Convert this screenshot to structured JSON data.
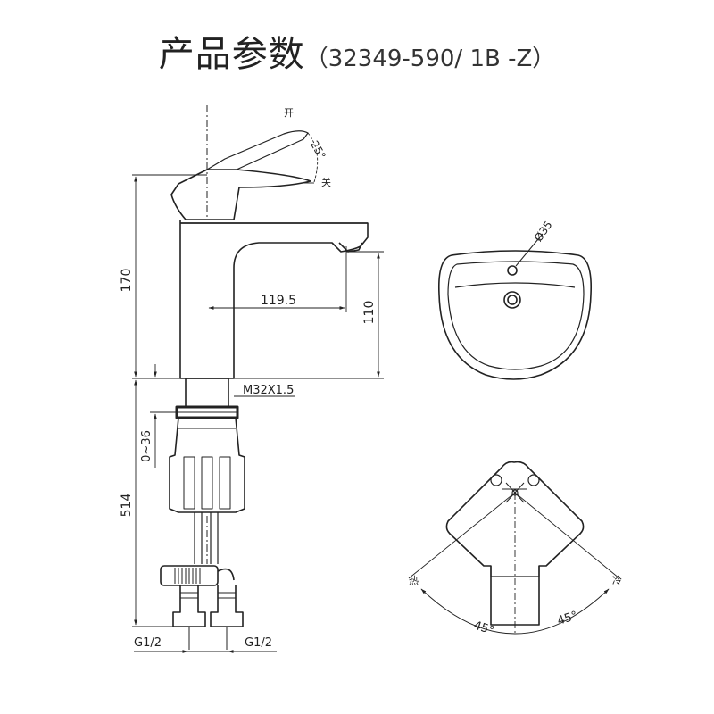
{
  "header": {
    "title": "产品参数",
    "model": "（32349-590/ 1B -Z）"
  },
  "side_view": {
    "handle_open_label": "开",
    "handle_closed_label": "关",
    "handle_angle": "25°",
    "total_height": "170",
    "spout_reach": "119.5",
    "spout_height": "110",
    "thread": "M32X1.5",
    "mount_range": "0~36",
    "hose_length": "514",
    "inlet_left": "G1/2",
    "inlet_right": "G1/2"
  },
  "basin_view": {
    "hole_diameter": "Ø35"
  },
  "top_view": {
    "hot_label": "热",
    "cold_label": "冷",
    "angle_left": "45°",
    "angle_right": "45°"
  },
  "colors": {
    "line": "#222222",
    "text": "#222222"
  }
}
